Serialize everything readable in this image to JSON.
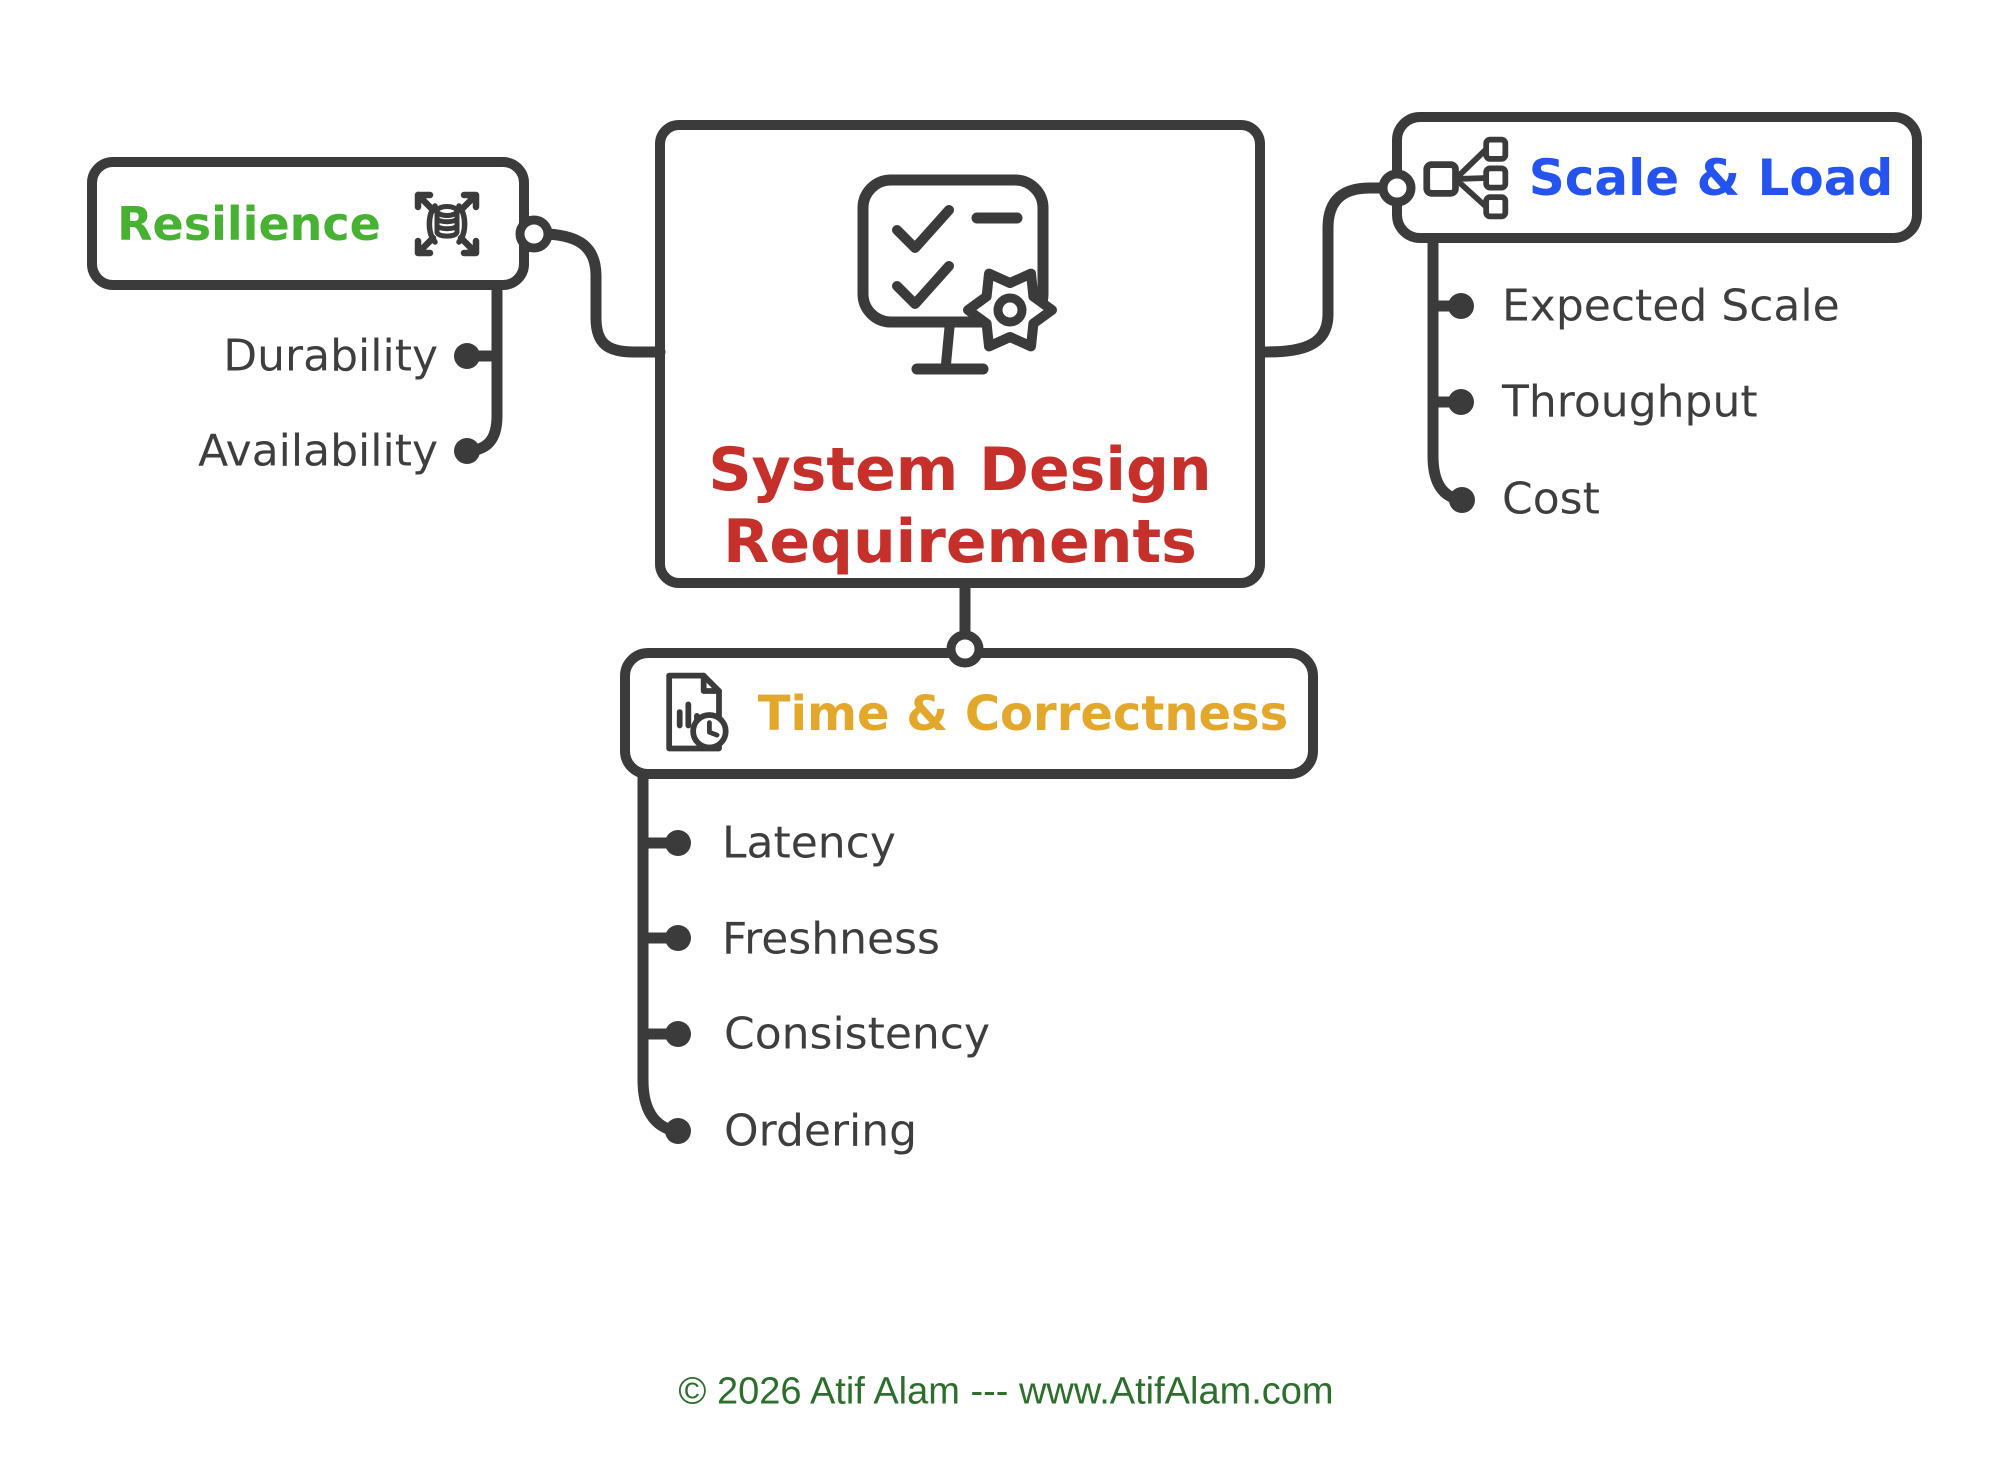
{
  "center_node": {
    "title": "System Design Requirements",
    "icon": "checklist-gear-icon",
    "title_color": "#c5302b"
  },
  "branches": {
    "resilience": {
      "label": "Resilience",
      "color": "#47b231",
      "icon": "database-scale-icon",
      "children": {
        "durability": "Durability",
        "availability": "Availability"
      }
    },
    "scale_load": {
      "label": "Scale & Load",
      "color": "#2453f0",
      "icon": "distribution-icon",
      "children": {
        "expected_scale": "Expected Scale",
        "throughput": "Throughput",
        "cost": "Cost"
      }
    },
    "time_correctness": {
      "label": "Time & Correctness",
      "color": "#e3a82b",
      "icon": "document-clock-icon",
      "children": {
        "latency": "Latency",
        "freshness": "Freshness",
        "consistency": "Consistency",
        "ordering": "Ordering"
      }
    }
  },
  "connector_color": "#3b3b3b",
  "footer": {
    "text": "© 2026 Atif Alam --- www.AtifAlam.com",
    "color": "#2c6e2c"
  }
}
